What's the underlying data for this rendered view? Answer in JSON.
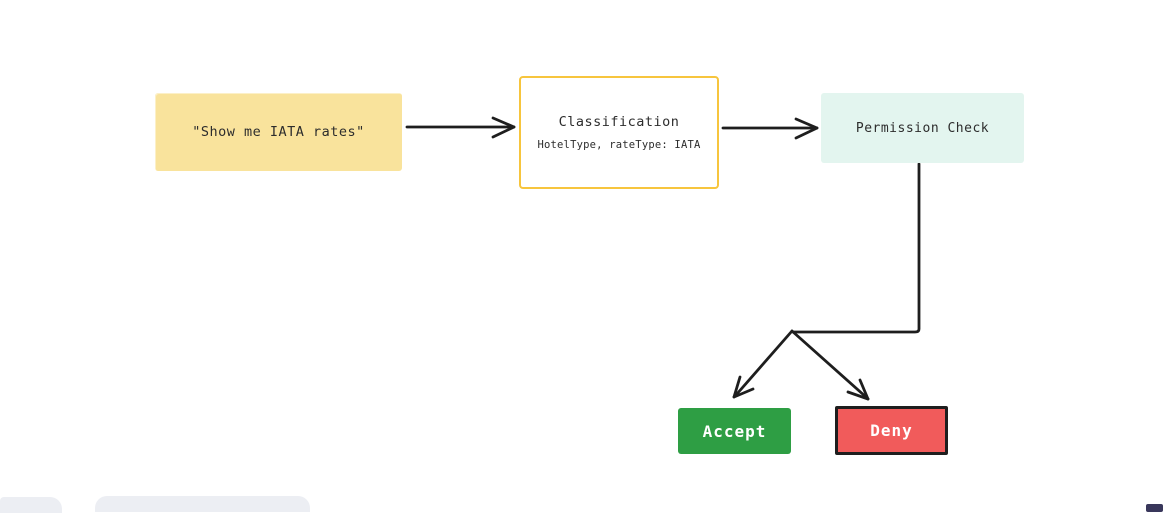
{
  "diagram": {
    "nodes": {
      "query": {
        "label": "\"Show me IATA rates\"",
        "fill": "#F9E39C",
        "text_color": "#2d2d2d"
      },
      "classification": {
        "title": "Classification",
        "subtitle": "HotelType, rateType: IATA",
        "fill": "#FFFFFF",
        "border_color": "#F7C53D",
        "text_color": "#2d2d2d"
      },
      "permission": {
        "label": "Permission Check",
        "fill": "#E3F5EF",
        "text_color": "#2d2d2d"
      },
      "accept": {
        "label": "Accept",
        "fill": "#2E9E44",
        "text_color": "#FFFFFF"
      },
      "deny": {
        "label": "Deny",
        "fill": "#F15B5B",
        "border_color": "#1E1E1E",
        "text_color": "#FFFFFF"
      }
    },
    "edges": [
      {
        "from": "query",
        "to": "classification"
      },
      {
        "from": "classification",
        "to": "permission"
      },
      {
        "from": "permission",
        "to": "accept"
      },
      {
        "from": "permission",
        "to": "deny"
      }
    ],
    "arrow_color": "#1E1E1E"
  },
  "chrome": {
    "toolbar_fill": "#ECEEF3",
    "watermark_fill": "#39375B"
  }
}
